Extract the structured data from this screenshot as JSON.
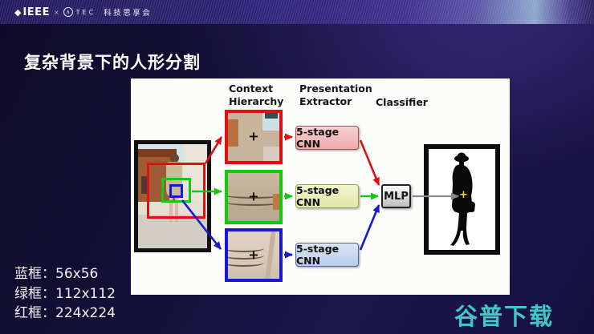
{
  "header": {
    "ieee_diamond": "◆",
    "ieee": "IEEE",
    "separator": "×",
    "atec_mark": "∧",
    "atec": "TEC",
    "event": "科技思享会"
  },
  "title": "复杂背景下的人形分割",
  "diagram": {
    "column_labels": {
      "context_line1": "Context",
      "context_line2": "Hierarchy",
      "extractor_line1": "Presentation",
      "extractor_line2": "Extractor",
      "classifier": "Classifier"
    },
    "cnn_boxes": [
      {
        "id": "red",
        "label": "5-stage CNN",
        "fill": "#f3b6b6",
        "border": "#9c5050"
      },
      {
        "id": "green",
        "label": "5-stage CNN",
        "fill": "#e9efc0",
        "border": "#98a050"
      },
      {
        "id": "blue",
        "label": "5-stage CNN",
        "fill": "#c9daf2",
        "border": "#5060a0"
      }
    ],
    "mlp_label": "MLP",
    "patch_marker": "+",
    "target_marker": "+",
    "box_colors": {
      "red": "#e01010",
      "green": "#18c810",
      "blue": "#1818d0"
    },
    "arrow_gray": "#8a8a8a"
  },
  "legend": {
    "lines": [
      "蓝框：56x56",
      "绿框：112x112",
      "红框：224x224"
    ]
  },
  "watermark": "谷普下载",
  "colors": {
    "background": "#141038",
    "header_band": "#35287f",
    "panel": "#fcfcfb",
    "title_text": "#ffffff",
    "legend_text": "#f2f2f5",
    "watermark": "#3ec9c4",
    "marker_yellow": "#f0e01c"
  }
}
